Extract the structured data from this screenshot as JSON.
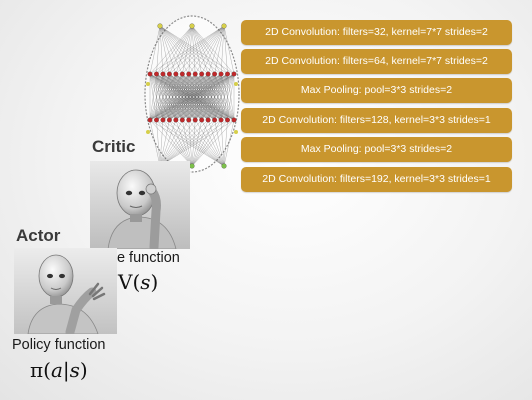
{
  "layers": [
    "2D Convolution: filters=32, kernel=7*7 strides=2",
    "2D Convolution: filters=64, kernel=7*7 strides=2",
    "Max Pooling:  pool=3*3 strides=2",
    "2D Convolution: filters=128, kernel=3*3 strides=1",
    "Max Pooling:  pool=3*3 strides=2",
    "2D Convolution: filters=192, kernel=3*3 strides=1"
  ],
  "critic": {
    "title": "Critic",
    "function_label": "Value function",
    "math": {
      "prefix": "V(",
      "var": "s",
      "suffix": ")"
    }
  },
  "actor": {
    "title": "Actor",
    "function_label": "Policy function",
    "math": {
      "prefix": "π(",
      "var_a": "a",
      "sep": "|",
      "var_s": "s",
      "suffix": ")"
    }
  },
  "colors": {
    "layer_fill": "#c9962e",
    "node_red": "#c0282a",
    "node_green": "#7cc04a",
    "node_yellow": "#d6cf4a",
    "thought_bubble": "#8a8a8a"
  }
}
